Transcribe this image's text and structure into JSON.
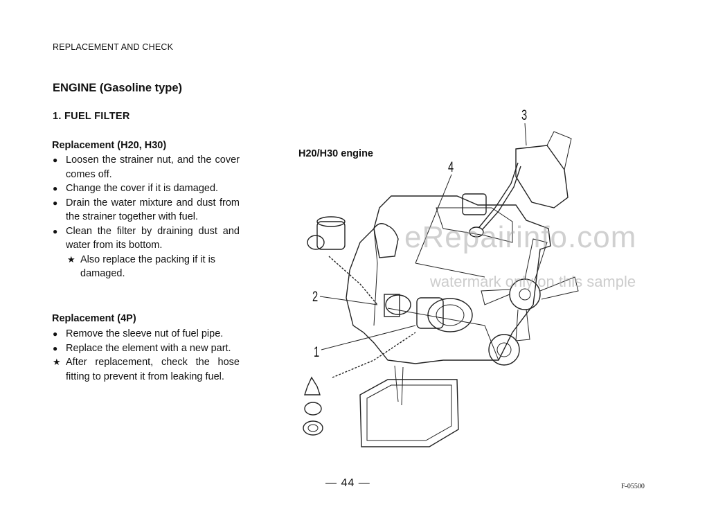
{
  "header": "REPLACEMENT AND CHECK",
  "title": {
    "main": "ENGINE",
    "paren": "(Gasoline type)"
  },
  "subtitle": "1. FUEL FILTER",
  "section1": {
    "heading": "Replacement (H20, H30)",
    "items": [
      "Loosen the strainer nut, and the cover comes off.",
      "Change the cover if it is damaged.",
      "Drain the water mixture and dust from the strainer together with fuel.",
      "Clean the filter by draining dust and water from its bottom."
    ],
    "note": "Also replace the packing if it is damaged."
  },
  "section2": {
    "heading": "Replacement (4P)",
    "items": [
      "Remove the sleeve nut of fuel pipe.",
      "Replace the element with a new part."
    ],
    "note": "After replacement, check the hose fitting to prevent it from leaking fuel."
  },
  "figure": {
    "label": "H20/H30 engine",
    "callouts": [
      "1",
      "2",
      "3",
      "4"
    ]
  },
  "watermark": {
    "line1": "eRepairinfo.com",
    "line2": "watermark only on this sample"
  },
  "footer": {
    "page": "— 44 —",
    "code": "F-05500"
  }
}
